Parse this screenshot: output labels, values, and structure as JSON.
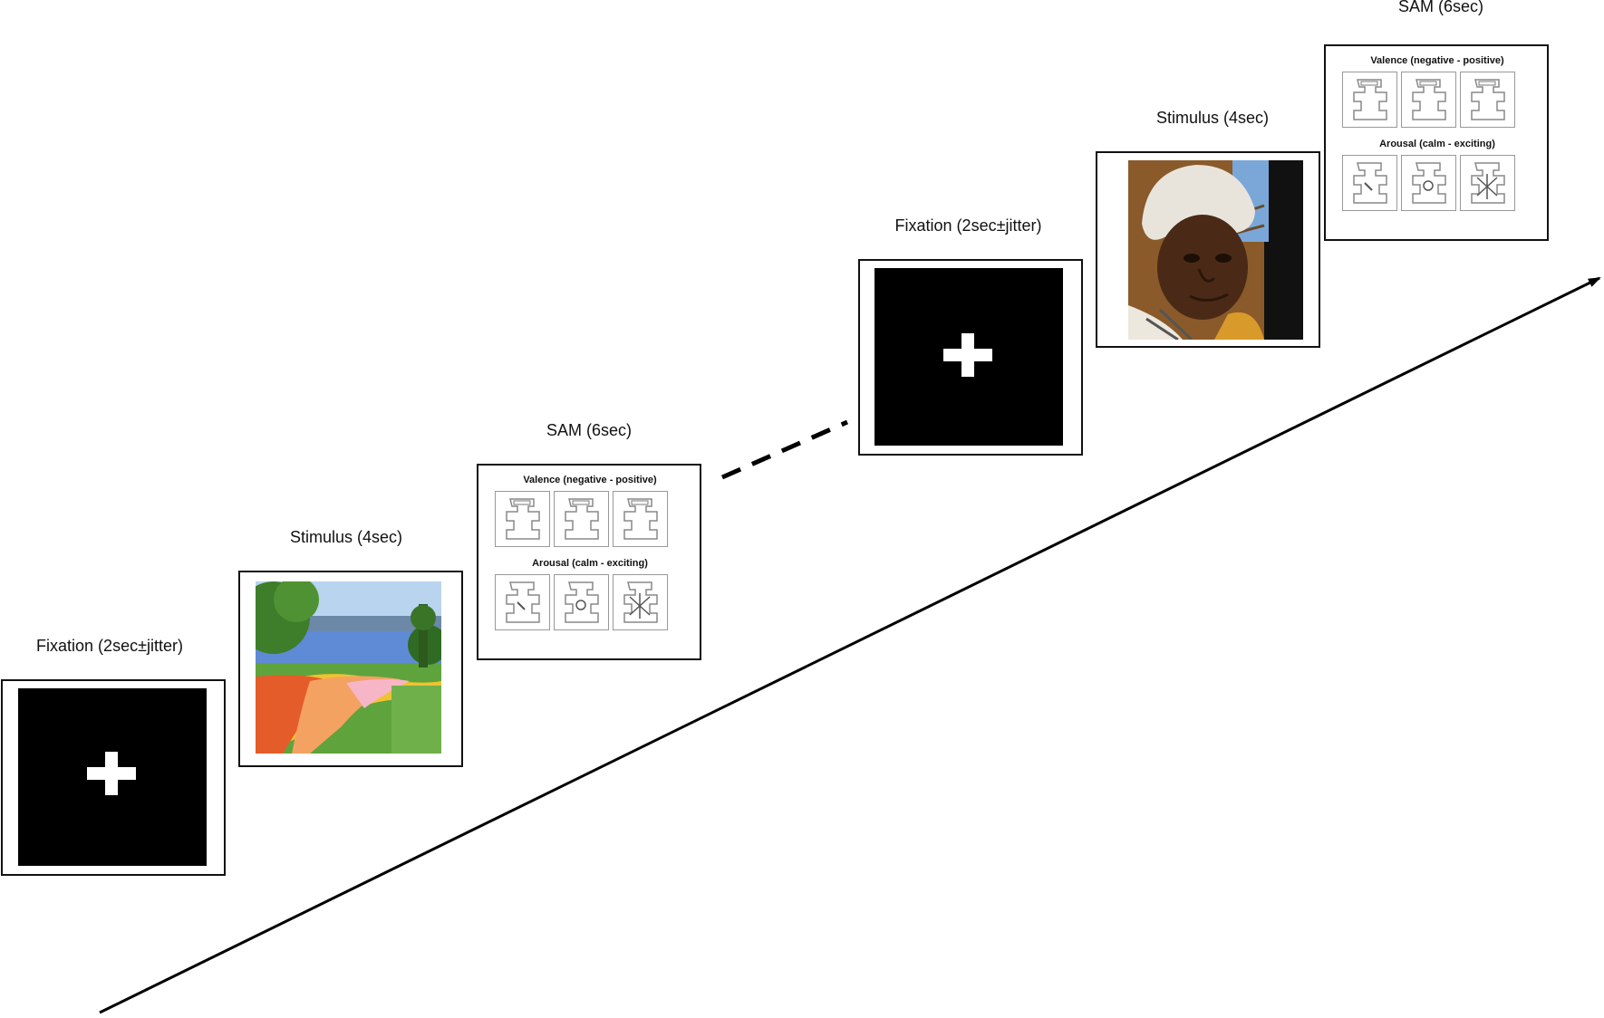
{
  "steps": [
    {
      "id": "fixation-1",
      "label": "Fixation (2sec±jitter)",
      "kind": "fixation"
    },
    {
      "id": "stimulus-1",
      "label": "Stimulus (4sec)",
      "kind": "stimulus",
      "image": "flower-garden-lake-photo"
    },
    {
      "id": "sam-1",
      "label": "SAM (6sec)",
      "kind": "sam"
    },
    {
      "id": "fixation-2",
      "label": "Fixation (2sec±jitter)",
      "kind": "fixation"
    },
    {
      "id": "stimulus-2",
      "label": "Stimulus (4sec)",
      "kind": "stimulus",
      "image": "elderly-woman-portrait-photo"
    },
    {
      "id": "sam-2",
      "label": "SAM (6sec)",
      "kind": "sam"
    }
  ],
  "sam": {
    "valence_label": "Valence  (negative - positive)",
    "arousal_label": "Arousal  (calm - exciting)"
  },
  "icons": {
    "fixation_cross": "plus-icon",
    "timeline_arrow": "arrow-icon",
    "sam_figure": "sam-manikin-icon"
  },
  "colors": {
    "screen": "#000000",
    "cross": "#ffffff",
    "frame": "#111111",
    "arrow": "#000000"
  }
}
